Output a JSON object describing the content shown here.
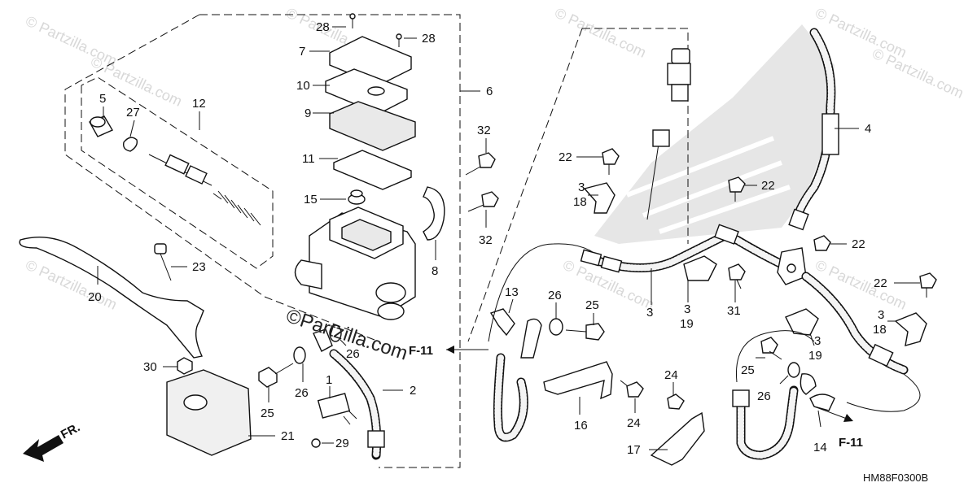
{
  "watermarks": [
    "© Partzilla.com",
    "© Partzilla.com",
    "© Partzilla.com",
    "© Partzilla.com",
    "© Partzilla.com",
    "© Partzilla.com",
    "© Partzilla.com",
    "© Partzilla.com",
    "© Partzilla.com"
  ],
  "brand": "©Partzilla.com",
  "diagram_code": "HM88F0300B",
  "direction_label": "FR.",
  "callouts": [
    {
      "id": "c28a",
      "text": "28"
    },
    {
      "id": "c28b",
      "text": "28"
    },
    {
      "id": "c7",
      "text": "7"
    },
    {
      "id": "c10",
      "text": "10"
    },
    {
      "id": "c9",
      "text": "9"
    },
    {
      "id": "c11",
      "text": "11"
    },
    {
      "id": "c15",
      "text": "15"
    },
    {
      "id": "c5",
      "text": "5"
    },
    {
      "id": "c27",
      "text": "27"
    },
    {
      "id": "c12",
      "text": "12"
    },
    {
      "id": "c6",
      "text": "6"
    },
    {
      "id": "c32a",
      "text": "32"
    },
    {
      "id": "c32b",
      "text": "32"
    },
    {
      "id": "c8",
      "text": "8"
    },
    {
      "id": "c23",
      "text": "23"
    },
    {
      "id": "c20",
      "text": "20"
    },
    {
      "id": "c30",
      "text": "30"
    },
    {
      "id": "c21",
      "text": "21"
    },
    {
      "id": "c25a",
      "text": "25"
    },
    {
      "id": "c26a",
      "text": "26"
    },
    {
      "id": "c26b",
      "text": "26"
    },
    {
      "id": "c1",
      "text": "1"
    },
    {
      "id": "c2",
      "text": "2"
    },
    {
      "id": "c29",
      "text": "29"
    },
    {
      "id": "c13",
      "text": "13"
    },
    {
      "id": "c26c",
      "text": "26"
    },
    {
      "id": "c25b",
      "text": "25"
    },
    {
      "id": "c16",
      "text": "16"
    },
    {
      "id": "c24a",
      "text": "24"
    },
    {
      "id": "c24b",
      "text": "24"
    },
    {
      "id": "c17",
      "text": "17"
    },
    {
      "id": "c22a",
      "text": "22"
    },
    {
      "id": "c3a",
      "text": "3"
    },
    {
      "id": "c18a",
      "text": "18"
    },
    {
      "id": "c3b",
      "text": "3"
    },
    {
      "id": "c3c",
      "text": "3"
    },
    {
      "id": "c19a",
      "text": "19"
    },
    {
      "id": "c31",
      "text": "31"
    },
    {
      "id": "c4",
      "text": "4"
    },
    {
      "id": "c22b",
      "text": "22"
    },
    {
      "id": "c22c",
      "text": "22"
    },
    {
      "id": "c22d",
      "text": "22"
    },
    {
      "id": "c3d",
      "text": "3"
    },
    {
      "id": "c18b",
      "text": "18"
    },
    {
      "id": "c3e",
      "text": "3"
    },
    {
      "id": "c19b",
      "text": "19"
    },
    {
      "id": "c25c",
      "text": "25"
    },
    {
      "id": "c26d",
      "text": "26"
    },
    {
      "id": "c14",
      "text": "14"
    }
  ],
  "refs": [
    {
      "id": "f11a",
      "text": "F-11"
    },
    {
      "id": "f11b",
      "text": "F-11"
    }
  ]
}
